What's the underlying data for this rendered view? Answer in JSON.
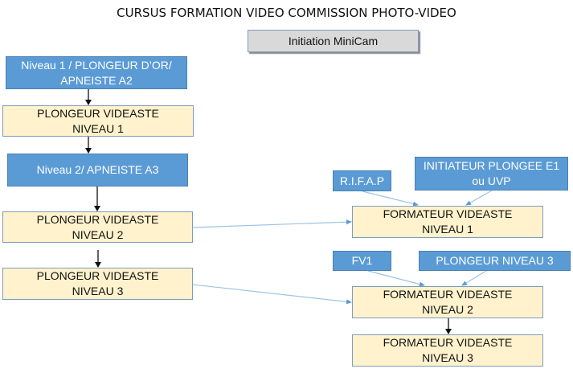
{
  "title": "CURSUS FORMATION VIDEO COMMISSION PHOTO-VIDEO",
  "colors": {
    "prerequisite_fill": "#5b9bd5",
    "level_fill": "#fff2cc",
    "level_border": "#7f9cbd",
    "initiation_fill": "#d9d9d9",
    "arrow_dark": "#111111",
    "arrow_light": "#7fb0e0"
  },
  "initiation": {
    "label": "Initiation MiniCam"
  },
  "left_column": {
    "prereq_1": {
      "line1": "Niveau 1 / PLONGEUR D’OR/",
      "line2": "APNEISTE A2"
    },
    "videaste_1": {
      "line1": "PLONGEUR VIDEASTE",
      "line2": "NIVEAU 1"
    },
    "prereq_2": {
      "line1": "Niveau 2/ APNEISTE A3"
    },
    "videaste_2": {
      "line1": "PLONGEUR VIDEASTE",
      "line2": "NIVEAU 2"
    },
    "videaste_3": {
      "line1": "PLONGEUR VIDEASTE",
      "line2": "NIVEAU 3"
    }
  },
  "right_column": {
    "rifap": {
      "line1": "R.I.F.A.P"
    },
    "initiateur": {
      "line1": "INITIATEUR PLONGEE E1",
      "line2": "ou UVP"
    },
    "formateur_1": {
      "line1": "FORMATEUR VIDEASTE",
      "line2": "NIVEAU 1"
    },
    "fv1": {
      "line1": "FV1"
    },
    "plongeur_n3": {
      "line1": "PLONGEUR NIVEAU 3"
    },
    "formateur_2": {
      "line1": "FORMATEUR VIDEASTE",
      "line2": "NIVEAU 2"
    },
    "formateur_3": {
      "line1": "FORMATEUR VIDEASTE",
      "line2": "NIVEAU 3"
    }
  }
}
